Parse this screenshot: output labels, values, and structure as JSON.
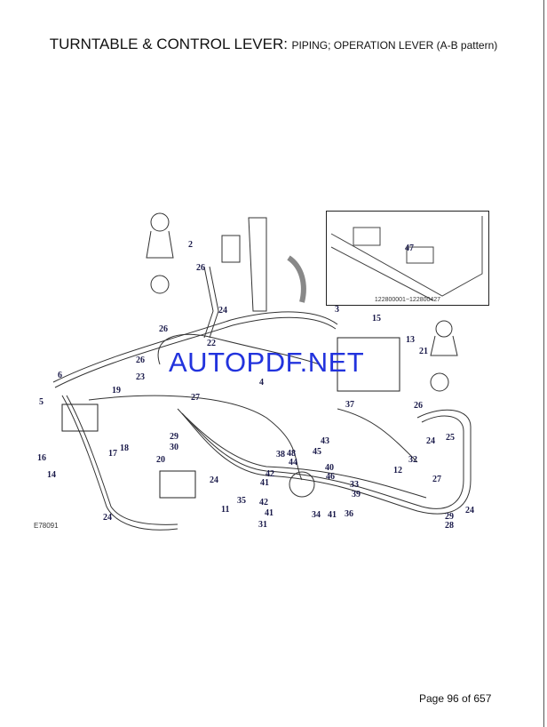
{
  "title": {
    "main": "TURNTABLE & CONTROL LEVER:",
    "sub": "PIPING; OPERATION LEVER (A-B pattern)"
  },
  "diagram": {
    "inset_serial": "122800001~122800427",
    "inset_callout": "47",
    "figure_id": "E78091",
    "callouts": [
      "2",
      "26",
      "24",
      "26",
      "22",
      "26",
      "23",
      "3",
      "15",
      "13",
      "21",
      "6",
      "5",
      "19",
      "27",
      "4",
      "37",
      "26",
      "25",
      "24",
      "29",
      "30",
      "18",
      "17",
      "16",
      "14",
      "20",
      "43",
      "38",
      "48",
      "45",
      "44",
      "40",
      "32",
      "12",
      "42",
      "46",
      "33",
      "24",
      "39",
      "41",
      "35",
      "42",
      "41",
      "34",
      "41",
      "36",
      "11",
      "27",
      "24",
      "29",
      "28",
      "31",
      "24"
    ]
  },
  "watermark": "AUTOPDF.NET",
  "footer": {
    "page": "Page 96 of 657"
  }
}
